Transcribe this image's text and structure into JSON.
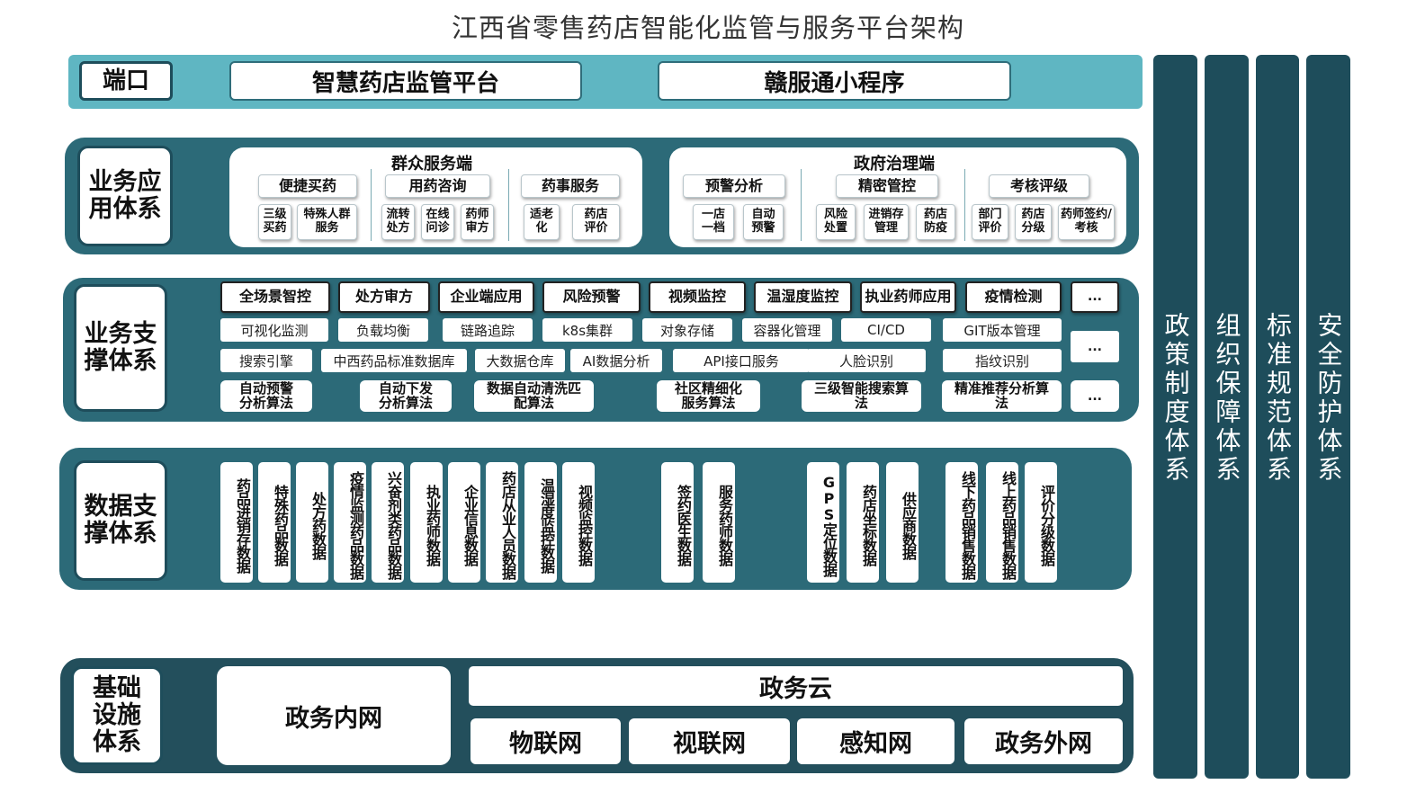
{
  "title": "江西省零售药店智能化监管与服务平台架构",
  "portal": {
    "label": "端口",
    "items": [
      "智慧药店监管平台",
      "赣服通小程序"
    ]
  },
  "app": {
    "label": "业务应用体系",
    "public": {
      "title": "群众服务端",
      "groups": [
        {
          "name": "便捷买药",
          "items": [
            "三级买药",
            "特殊人群服务"
          ]
        },
        {
          "name": "用药咨询",
          "items": [
            "流转处方",
            "在线问诊",
            "药师审方"
          ]
        },
        {
          "name": "药事服务",
          "items": [
            "适老化",
            "药店评价"
          ]
        }
      ]
    },
    "gov": {
      "title": "政府治理端",
      "groups": [
        {
          "name": "预警分析",
          "items": [
            "一店一档",
            "自动预警"
          ]
        },
        {
          "name": "精密管控",
          "items": [
            "风险处置",
            "进销存管理",
            "药店防疫"
          ]
        },
        {
          "name": "考核评级",
          "items": [
            "部门评价",
            "药店分级",
            "药师签约/考核"
          ]
        }
      ]
    }
  },
  "support": {
    "label": "业务支撑体系",
    "row1": [
      "全场景智控",
      "处方审方",
      "企业端应用",
      "风险预警",
      "视频监控",
      "温湿度监控",
      "执业药师应用",
      "疫情检测",
      "..."
    ],
    "row2": [
      "可视化监测",
      "负载均衡",
      "链路追踪",
      "k8s集群",
      "对象存储",
      "容器化管理",
      "CI/CD",
      "GIT版本管理",
      "..."
    ],
    "row3": [
      "搜索引擎",
      "中西药品标准数据库",
      "大数据仓库",
      "AI数据分析",
      "API接口服务",
      "人脸识别",
      "指纹识别"
    ],
    "row4": [
      "自动预警分析算法",
      "自动下发分析算法",
      "数据自动清洗匹配算法",
      "社区精细化服务算法",
      "三级智能搜索算法",
      "精准推荐分析算法",
      "..."
    ]
  },
  "data": {
    "label": "数据支撑体系",
    "columns": [
      "药品进销存数据",
      "特殊药品数据",
      "处方药数据",
      "疫情监测药品数据",
      "兴奋剂类药品数据",
      "执业药师数据",
      "企业信息数据",
      "药店从业人员数据",
      "温湿度监控数据",
      "视频监控数据",
      "签约医生数据",
      "服务药师数据",
      "GPS定位数据",
      "药店坐标数据",
      "供应商数据",
      "线下药品销售数据",
      "线上药品销售数据",
      "评价分级数据"
    ]
  },
  "infra": {
    "label": "基础设施体系",
    "intranet": "政务内网",
    "cloud": "政务云",
    "nets": [
      "物联网",
      "视联网",
      "感知网",
      "政务外网"
    ]
  },
  "side": [
    "政策制度体系",
    "组织保障体系",
    "标准规范体系",
    "安全防护体系"
  ]
}
